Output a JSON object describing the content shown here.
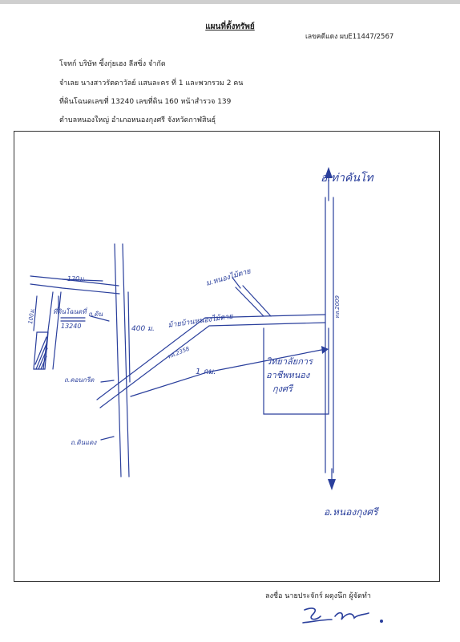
{
  "header": {
    "title": "แผนที่ตั้งทรัพย์",
    "case_number": "เลขคดีแดง ผบE11447/2567"
  },
  "info_lines": [
    "โจทก์ บริษัท ซิ้งกุ่ยเฮง ลีสซิ่ง จำกัด",
    "จำเลย นางสาวรัตดาวัลย์ แสนละคร ที่ 1 และพวกรวม 2 คน",
    "ที่ดินโฉนดเลขที่ 13240 เลขที่ดิน 160  หน้าสำรวจ 139",
    "ตำบลหนองใหญ่  อำเภอหนองกุงศรี  จังหวัดกาฬสินธุ์"
  ],
  "map": {
    "ink_color": "#2a3f9c",
    "labels": {
      "to_north": "อ.ท่าคันโท",
      "to_south": "อ.หนองกุงศรี",
      "road_2009": "ทล.2009",
      "road_2358": "ทล.2358",
      "village_road": "ม.หนองไม้ตาย",
      "village_junction": "ม้ายบ้านหนองไม้ตาย",
      "dist_1km": "1 กม.",
      "dist_400m": "400 ม.",
      "dist_120m": "120ม.",
      "dist_100m": "100ม.",
      "school": [
        "วิทยาลัยการ",
        "อาชีพหนอง",
        "กุงศรี"
      ],
      "land": "ที่ดินโฉนดที่",
      "land_no": "13240",
      "road_din_1": "ถ.ดิน",
      "road_concrete": "ถ.คอนกรีต",
      "road_din_2": "ถ.ดินแดง"
    }
  },
  "signature": {
    "line": "ลงชื่อ นายประจักร์ ผดุงนึก ผู้จัดทำ"
  }
}
